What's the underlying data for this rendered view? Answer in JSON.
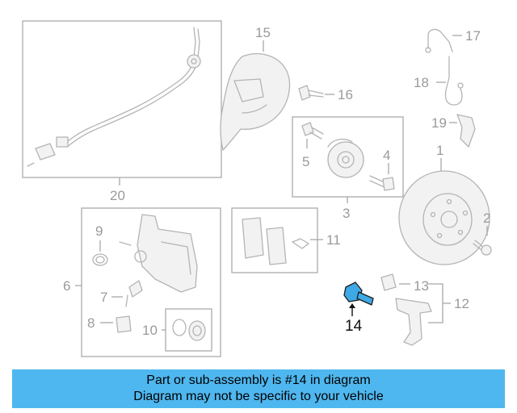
{
  "diagram": {
    "callouts": {
      "c1": "1",
      "c2": "2",
      "c3": "3",
      "c4": "4",
      "c5": "5",
      "c6": "6",
      "c7": "7",
      "c8": "8",
      "c9": "9",
      "c10": "10",
      "c11": "11",
      "c12": "12",
      "c13": "13",
      "c14": "14",
      "c15": "15",
      "c16": "16",
      "c17": "17",
      "c18": "18",
      "c19": "19",
      "c20": "20"
    },
    "highlight_color": "#3fa9e6",
    "highlight_part": "14"
  },
  "banner": {
    "line1": "Part or sub-assembly is #14 in diagram",
    "line2": "Diagram may not be specific to your vehicle",
    "background": "#4fb7ef"
  }
}
